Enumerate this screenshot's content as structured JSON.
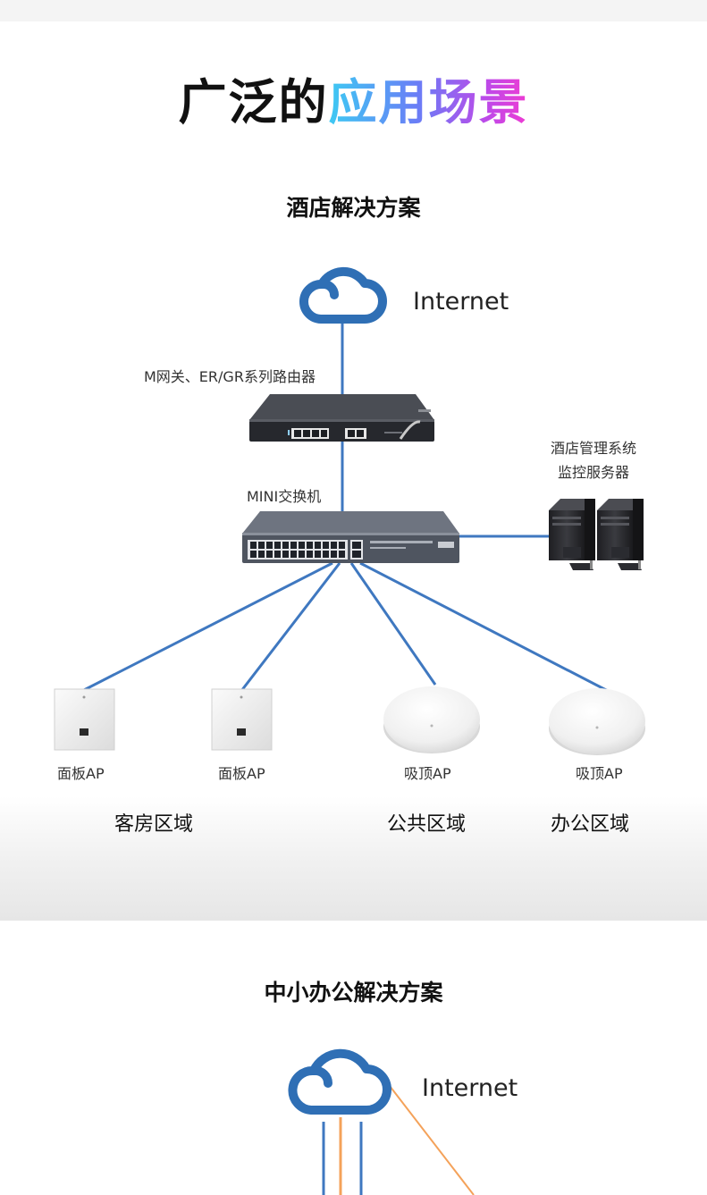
{
  "header": {
    "title_dark": "广泛的",
    "title_gradient": "应用场景"
  },
  "hotel": {
    "title": "酒店解决方案",
    "internet_label": "Internet",
    "router_label": "M网关、ER/GR系列路由器",
    "switch_label": "MINI交换机",
    "server_label_line1": "酒店管理系统",
    "server_label_line2": "监控服务器",
    "aps": [
      {
        "label": "面板AP",
        "type": "panel"
      },
      {
        "label": "面板AP",
        "type": "panel"
      },
      {
        "label": "吸顶AP",
        "type": "ceiling"
      },
      {
        "label": "吸顶AP",
        "type": "ceiling"
      }
    ],
    "zones": [
      "客房区域",
      "公共区域",
      "办公区域"
    ]
  },
  "office": {
    "title": "中小办公解决方案",
    "internet_label": "Internet"
  },
  "colors": {
    "line_blue": "#3f78c0",
    "cloud_blue": "#2f6fb5",
    "line_orange": "#f4a25a",
    "device_dark": "#2a2d33",
    "switch_gray": "#5f6673"
  }
}
